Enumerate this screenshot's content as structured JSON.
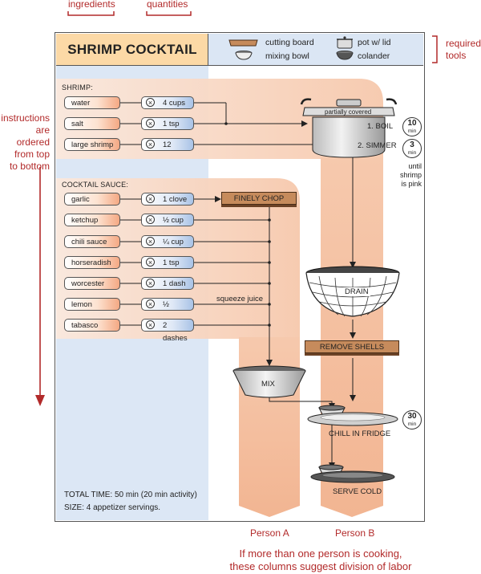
{
  "annotations": {
    "ingredients": "ingredients",
    "quantities": "quantities",
    "required_tools": "required\ntools",
    "order_note": "instructions\nare ordered\nfrom top\nto bottom",
    "person_a": "Person A",
    "person_b": "Person B",
    "division_note": "If more than one person is cooking,\nthese columns suggest division of labor"
  },
  "title": "SHRIMP COCKTAIL",
  "tools": {
    "cutting_board": "cutting board",
    "mixing_bowl": "mixing bowl",
    "pot": "pot w/ lid",
    "colander": "colander"
  },
  "shrimp_section": {
    "label": "SHRIMP:",
    "rows": [
      {
        "ingredient": "water",
        "quantity": "4 cups"
      },
      {
        "ingredient": "salt",
        "quantity": "1 tsp"
      },
      {
        "ingredient": "large shrimp",
        "quantity": "12"
      }
    ]
  },
  "sauce_section": {
    "label": "COCKTAIL SAUCE:",
    "rows": [
      {
        "ingredient": "garlic",
        "quantity": "1 clove"
      },
      {
        "ingredient": "ketchup",
        "quantity": "½ cup"
      },
      {
        "ingredient": "chili sauce",
        "quantity": "¼ cup"
      },
      {
        "ingredient": "horseradish",
        "quantity": "1 tsp"
      },
      {
        "ingredient": "worcester",
        "quantity": "1 dash"
      },
      {
        "ingredient": "lemon",
        "quantity": "½"
      },
      {
        "ingredient": "tabasco",
        "quantity": "2 dashes"
      }
    ]
  },
  "times_symbol": "×",
  "steps": {
    "partially_covered": "partially covered",
    "boil": "1. BOIL",
    "simmer": "2. SIMMER",
    "until_note": "until\nshrimp\nis pink",
    "finely_chop": "FINELY CHOP",
    "squeeze_juice": "squeeze juice",
    "drain": "DRAIN",
    "remove_shells": "REMOVE SHELLS",
    "mix": "MIX",
    "chill": "CHILL IN FRIDGE",
    "serve": "SERVE COLD"
  },
  "timers": {
    "boil": {
      "value": "10",
      "unit": "min"
    },
    "simmer": {
      "value": "3",
      "unit": "min"
    },
    "chill": {
      "value": "30",
      "unit": "min"
    }
  },
  "footer": {
    "total_time": "TOTAL TIME:  50 min (20 min activity)",
    "size": "SIZE:  4 appetizer servings."
  },
  "colors": {
    "title_bg": "#fcd9a6",
    "tools_bg": "#dbe6f4",
    "ingredient_col": "#dce7f5",
    "person_col": "#f4c4a6",
    "annotation": "#b22a2a",
    "board": "#c68b5c"
  }
}
